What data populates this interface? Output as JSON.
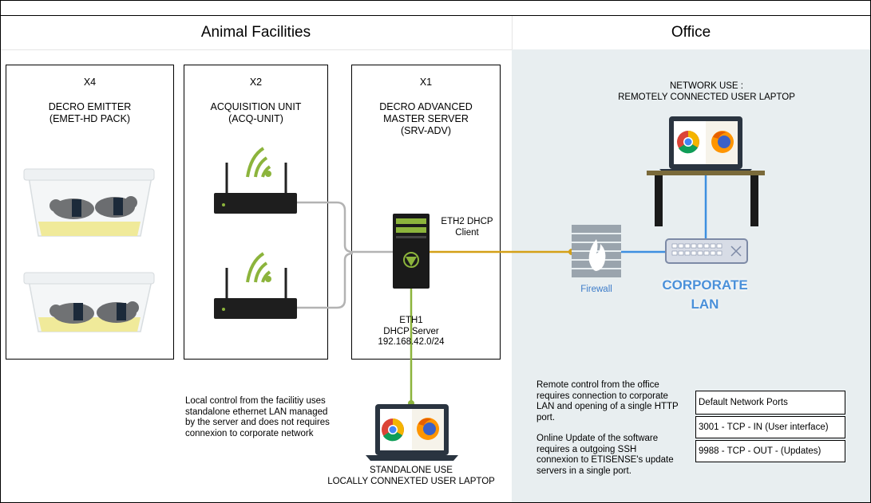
{
  "sections": {
    "left_title": "Animal Facilities",
    "right_title": "Office"
  },
  "boxes": {
    "emitter": {
      "count": "X4",
      "line1": "DECRO EMITTER",
      "line2": "(EMET-HD PACK)"
    },
    "acquisition": {
      "count": "X2",
      "line1": "ACQUISITION UNIT",
      "line2": "(ACQ-UNIT)"
    },
    "server": {
      "count": "X1",
      "line1": "DECRO ADVANCED",
      "line2": "MASTER SERVER",
      "line3": "(SRV-ADV)"
    }
  },
  "server_ports": {
    "eth2_line1": "ETH2 DHCP",
    "eth2_line2": "Client",
    "eth1_line1": "ETH1",
    "eth1_line2": "DHCP Server",
    "eth1_line3": "192.168.42.0/24"
  },
  "office": {
    "network_use_line1": "NETWORK USE  :",
    "network_use_line2": "REMOTELY CONNECTED  USER LAPTOP",
    "firewall_label": "Firewall",
    "corporate_line1": "CORPORATE",
    "corporate_line2": "LAN"
  },
  "notes": {
    "local_control": [
      "Local control from the facilitiy uses",
      "standalone ethernet LAN managed",
      "by the server and does not requires",
      "connexion to corporate network"
    ],
    "standalone_line1": "STANDALONE USE",
    "standalone_line2": "LOCALLY CONNEXTED USER LAPTOP",
    "remote_control": [
      "Remote control from the office",
      "requires connection to corporate",
      "LAN and opening of a single HTTP",
      "port."
    ],
    "online_update": [
      "Online Update of the software",
      "requires a outgoing SSH",
      "connexion to ETISENSE's update",
      "servers in a single port."
    ]
  },
  "ports_table": {
    "header": "Default Network Ports",
    "rows": [
      "3001 - TCP - IN (User interface)",
      "9988 - TCP - OUT - (Updates)"
    ]
  },
  "colors": {
    "wired_gray": "#b3b3b3",
    "corporate_link": "#d4a017",
    "local_link": "#8cb43c",
    "lan_blue": "#3d8fe0",
    "corporate_text": "#4a90d9",
    "office_bg": "#e8eef0"
  },
  "icons": [
    "mouse-cage-icon",
    "wifi-router-icon",
    "server-tower-icon",
    "firewall-icon",
    "network-switch-icon",
    "laptop-icon",
    "chrome-icon",
    "firefox-icon"
  ]
}
